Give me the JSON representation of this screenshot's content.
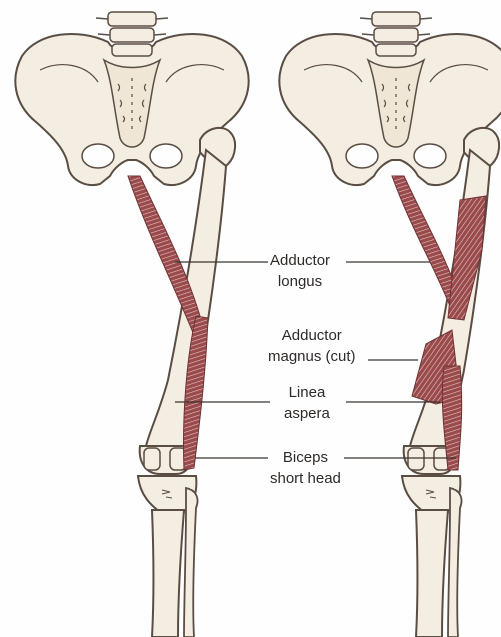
{
  "labels": [
    {
      "id": "adductor-longus",
      "lines": [
        "Adductor",
        "longus"
      ]
    },
    {
      "id": "adductor-magnus-cut",
      "lines": [
        "Adductor",
        "magnus (cut)"
      ]
    },
    {
      "id": "linea-aspera",
      "lines": [
        "Linea",
        "aspera"
      ]
    },
    {
      "id": "biceps-short-head",
      "lines": [
        "Biceps",
        "short head"
      ]
    }
  ],
  "colors": {
    "bone_fill": "#f4ede1",
    "bone_outline": "#5a4d44",
    "muscle": "#9a4a4c",
    "muscle_striation": "#e8d2c8",
    "leader_line": "#3a3431"
  }
}
